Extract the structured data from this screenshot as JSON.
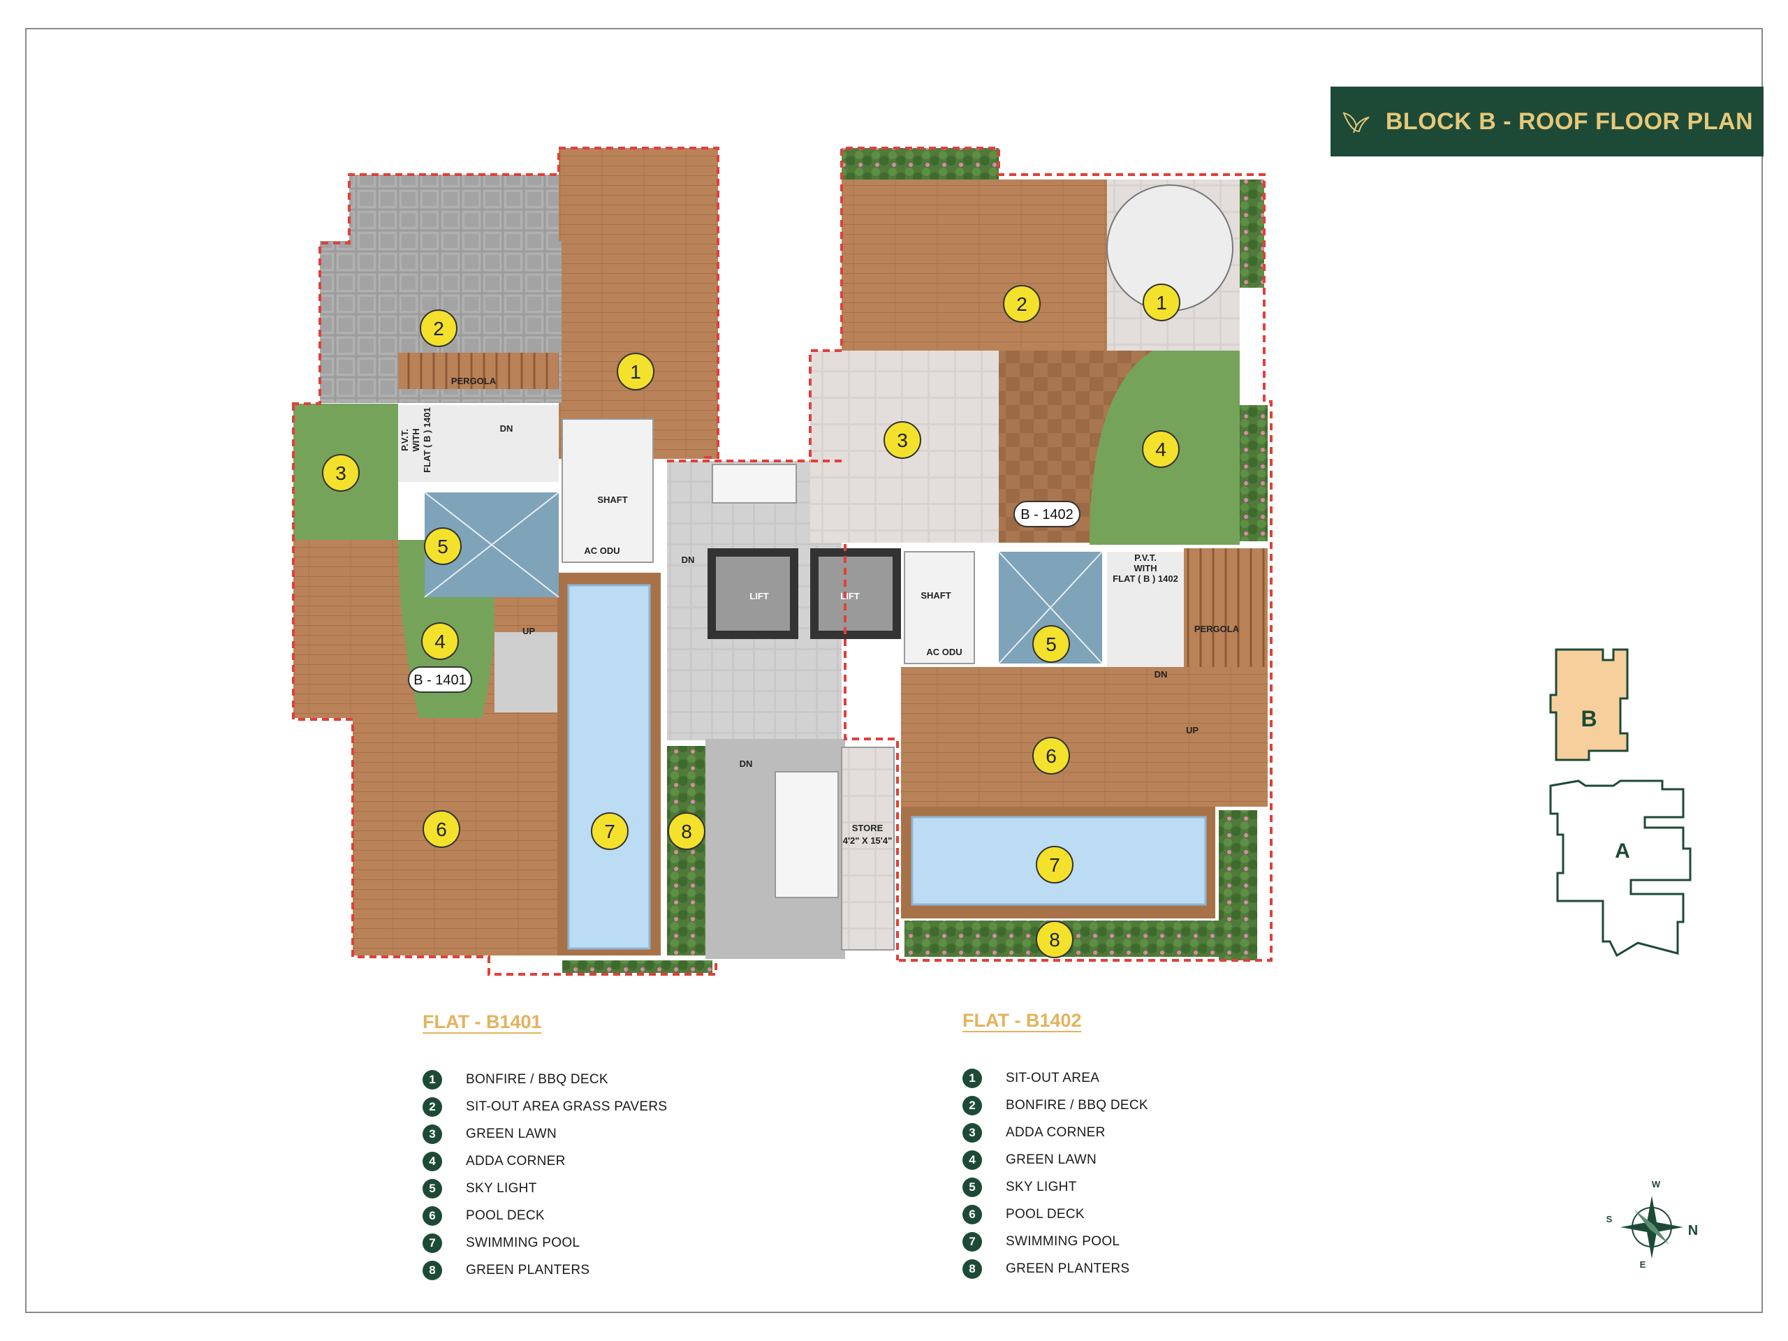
{
  "title": "BLOCK B - ROOF FLOOR PLAN",
  "plan_labels": {
    "pergola": "PERGOLA",
    "pvt": "P.V.T.",
    "with": "WITH",
    "flat_b1401_tag": "FLAT ( B ) 1401",
    "flat_b1402_tag": "FLAT ( B ) 1402",
    "dn": "DN",
    "up": "UP",
    "shaft": "SHAFT",
    "ac_odu": "AC ODU",
    "lift": "LIFT",
    "store": "STORE",
    "store_size": "4'2\" X 15'4\"",
    "unit_b1401": "B - 1401",
    "unit_b1402": "B - 1402"
  },
  "key_plan": {
    "block_b": "B",
    "block_a": "A"
  },
  "compass": {
    "w": "W",
    "s": "S",
    "n": "N",
    "e": "E"
  },
  "legend_b1401": {
    "title": "FLAT - B1401",
    "items": [
      {
        "num": "1",
        "label": "BONFIRE / BBQ DECK"
      },
      {
        "num": "2",
        "label": "SIT-OUT AREA GRASS PAVERS"
      },
      {
        "num": "3",
        "label": "GREEN LAWN"
      },
      {
        "num": "4",
        "label": "ADDA CORNER"
      },
      {
        "num": "5",
        "label": "SKY LIGHT"
      },
      {
        "num": "6",
        "label": "POOL DECK"
      },
      {
        "num": "7",
        "label": "SWIMMING POOL"
      },
      {
        "num": "8",
        "label": "GREEN PLANTERS"
      }
    ]
  },
  "legend_b1402": {
    "title": "FLAT - B1402",
    "items": [
      {
        "num": "1",
        "label": "SIT-OUT AREA"
      },
      {
        "num": "2",
        "label": "BONFIRE / BBQ DECK"
      },
      {
        "num": "3",
        "label": "ADDA CORNER"
      },
      {
        "num": "4",
        "label": "GREEN LAWN"
      },
      {
        "num": "5",
        "label": "SKY LIGHT"
      },
      {
        "num": "6",
        "label": "POOL DECK"
      },
      {
        "num": "7",
        "label": "SWIMMING POOL"
      },
      {
        "num": "8",
        "label": "GREEN PLANTERS"
      }
    ]
  },
  "markers": {
    "a1": "1",
    "a2": "2",
    "a3": "3",
    "a4": "4",
    "a5": "5",
    "a6": "6",
    "a7": "7",
    "a8": "8",
    "b1": "1",
    "b2": "2",
    "b3": "3",
    "b4": "4",
    "b5": "5",
    "b6": "6",
    "b7": "7",
    "b8": "8"
  },
  "colors": {
    "brand": "#1d4a37",
    "accent_gold": "#e7c879",
    "wood": "#b98258",
    "lawn": "#76a35a",
    "pool": "#bcdcf3",
    "tile": "#d8d8d8",
    "boundary": "#e0403a"
  }
}
